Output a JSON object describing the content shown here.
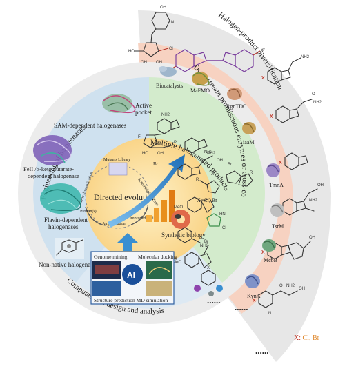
{
  "rings": {
    "outer_band": "Halogen-product diversification",
    "middle_band": "Downstream promiscuous enzymes or cross-coupling reactions",
    "left_band": "Engineering of halogenases",
    "bottom_band": "Computational design and analysis",
    "products_band": "Multiple halogenated products",
    "center": "Directed evolution"
  },
  "halogenase_labels": {
    "sam": "SAM-dependent halogenases",
    "active_pocket": "Active\npocket",
    "fe": "Fe(II)/α-ketoglutarate-dependent halogenase",
    "fe_line1": "FeII /α-ketoglutarate-",
    "fe_line2": "dependent halogenase",
    "flavin_line1": "Flavin-dependent",
    "flavin_line2": "halogenases",
    "nonnative": "Non-native halogenases"
  },
  "enzymes": [
    "Biocatalysts",
    "MaFMO",
    "RgnTDC",
    "iaaM",
    "TmnA",
    "TsrM",
    "McbB",
    "KynA"
  ],
  "center_items": {
    "library": "Mutants Library",
    "screening": "Screening/Selection",
    "variant": "Improved Variant",
    "amplification": "Amplification",
    "protein": "Protein(s)",
    "gene": "Gene diversification",
    "synbio": "Synthetic biology"
  },
  "computation": {
    "genome": "Genome mining",
    "docking": "Molecular docking",
    "ai": "AI",
    "structure": "Structure prediction MD simulation"
  },
  "chem_labels": {
    "x_cl_br": "X=Cl, Br",
    "x_legend_prefix": "X:",
    "x_legend_value": "Cl, Br",
    "nh2": "NH2",
    "oh": "OH",
    "br": "Br",
    "meo": "MeO",
    "x": "X"
  },
  "dots": "......",
  "colors": {
    "outer_gray": "#e6e6e6",
    "salmon": "#f6cfbe",
    "green": "#cfe8c8",
    "blue": "#cde0ee",
    "center": "#fde2a6",
    "accent_red": "#c0392b",
    "arrow_blue": "#3a8fd1",
    "bar_orange": "#f0a030"
  }
}
